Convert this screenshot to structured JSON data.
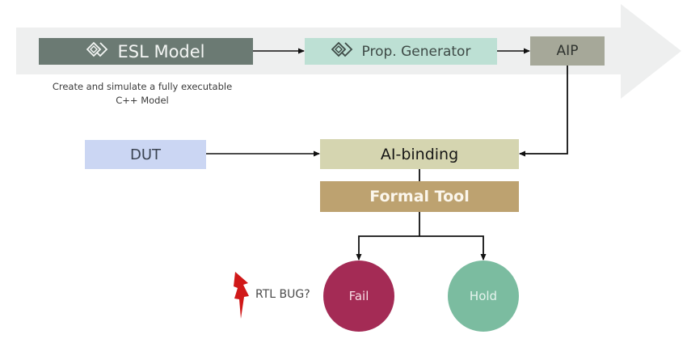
{
  "diagram": {
    "flow_arrow": {
      "color": "#eeefef"
    },
    "nodes": {
      "esl_model": {
        "label": "ESL Model",
        "icon": "diamond-layers-icon",
        "color": "#6b7a73"
      },
      "prop_generator": {
        "label": "Prop. Generator",
        "icon": "diamond-layers-icon",
        "color": "#bde0d4"
      },
      "aip": {
        "label": "AIP",
        "color": "#a6a899"
      },
      "dut": {
        "label": "DUT",
        "color": "#cbd6f3"
      },
      "ai_binding": {
        "label": "AI-binding",
        "color": "#d5d5b0"
      },
      "formal_tool": {
        "label": "Formal Tool",
        "color": "#bda270"
      },
      "fail": {
        "label": "Fail",
        "color": "#a42b55"
      },
      "hold": {
        "label": "Hold",
        "color": "#7bbca0"
      }
    },
    "caption": {
      "line1": "Create and simulate a fully executable",
      "line2": "C++ Model"
    },
    "annotation": {
      "label": "RTL BUG?",
      "icon": "lightning-bolt-icon",
      "color": "#d01818"
    },
    "edges": [
      {
        "from": "ESL Model",
        "to": "Prop. Generator"
      },
      {
        "from": "Prop. Generator",
        "to": "AIP"
      },
      {
        "from": "AIP",
        "to": "AI-binding"
      },
      {
        "from": "DUT",
        "to": "AI-binding"
      },
      {
        "from": "AI-binding",
        "to": "Formal Tool"
      },
      {
        "from": "Formal Tool",
        "to": "Fail"
      },
      {
        "from": "Formal Tool",
        "to": "Hold"
      }
    ],
    "line_color": "#111111"
  }
}
